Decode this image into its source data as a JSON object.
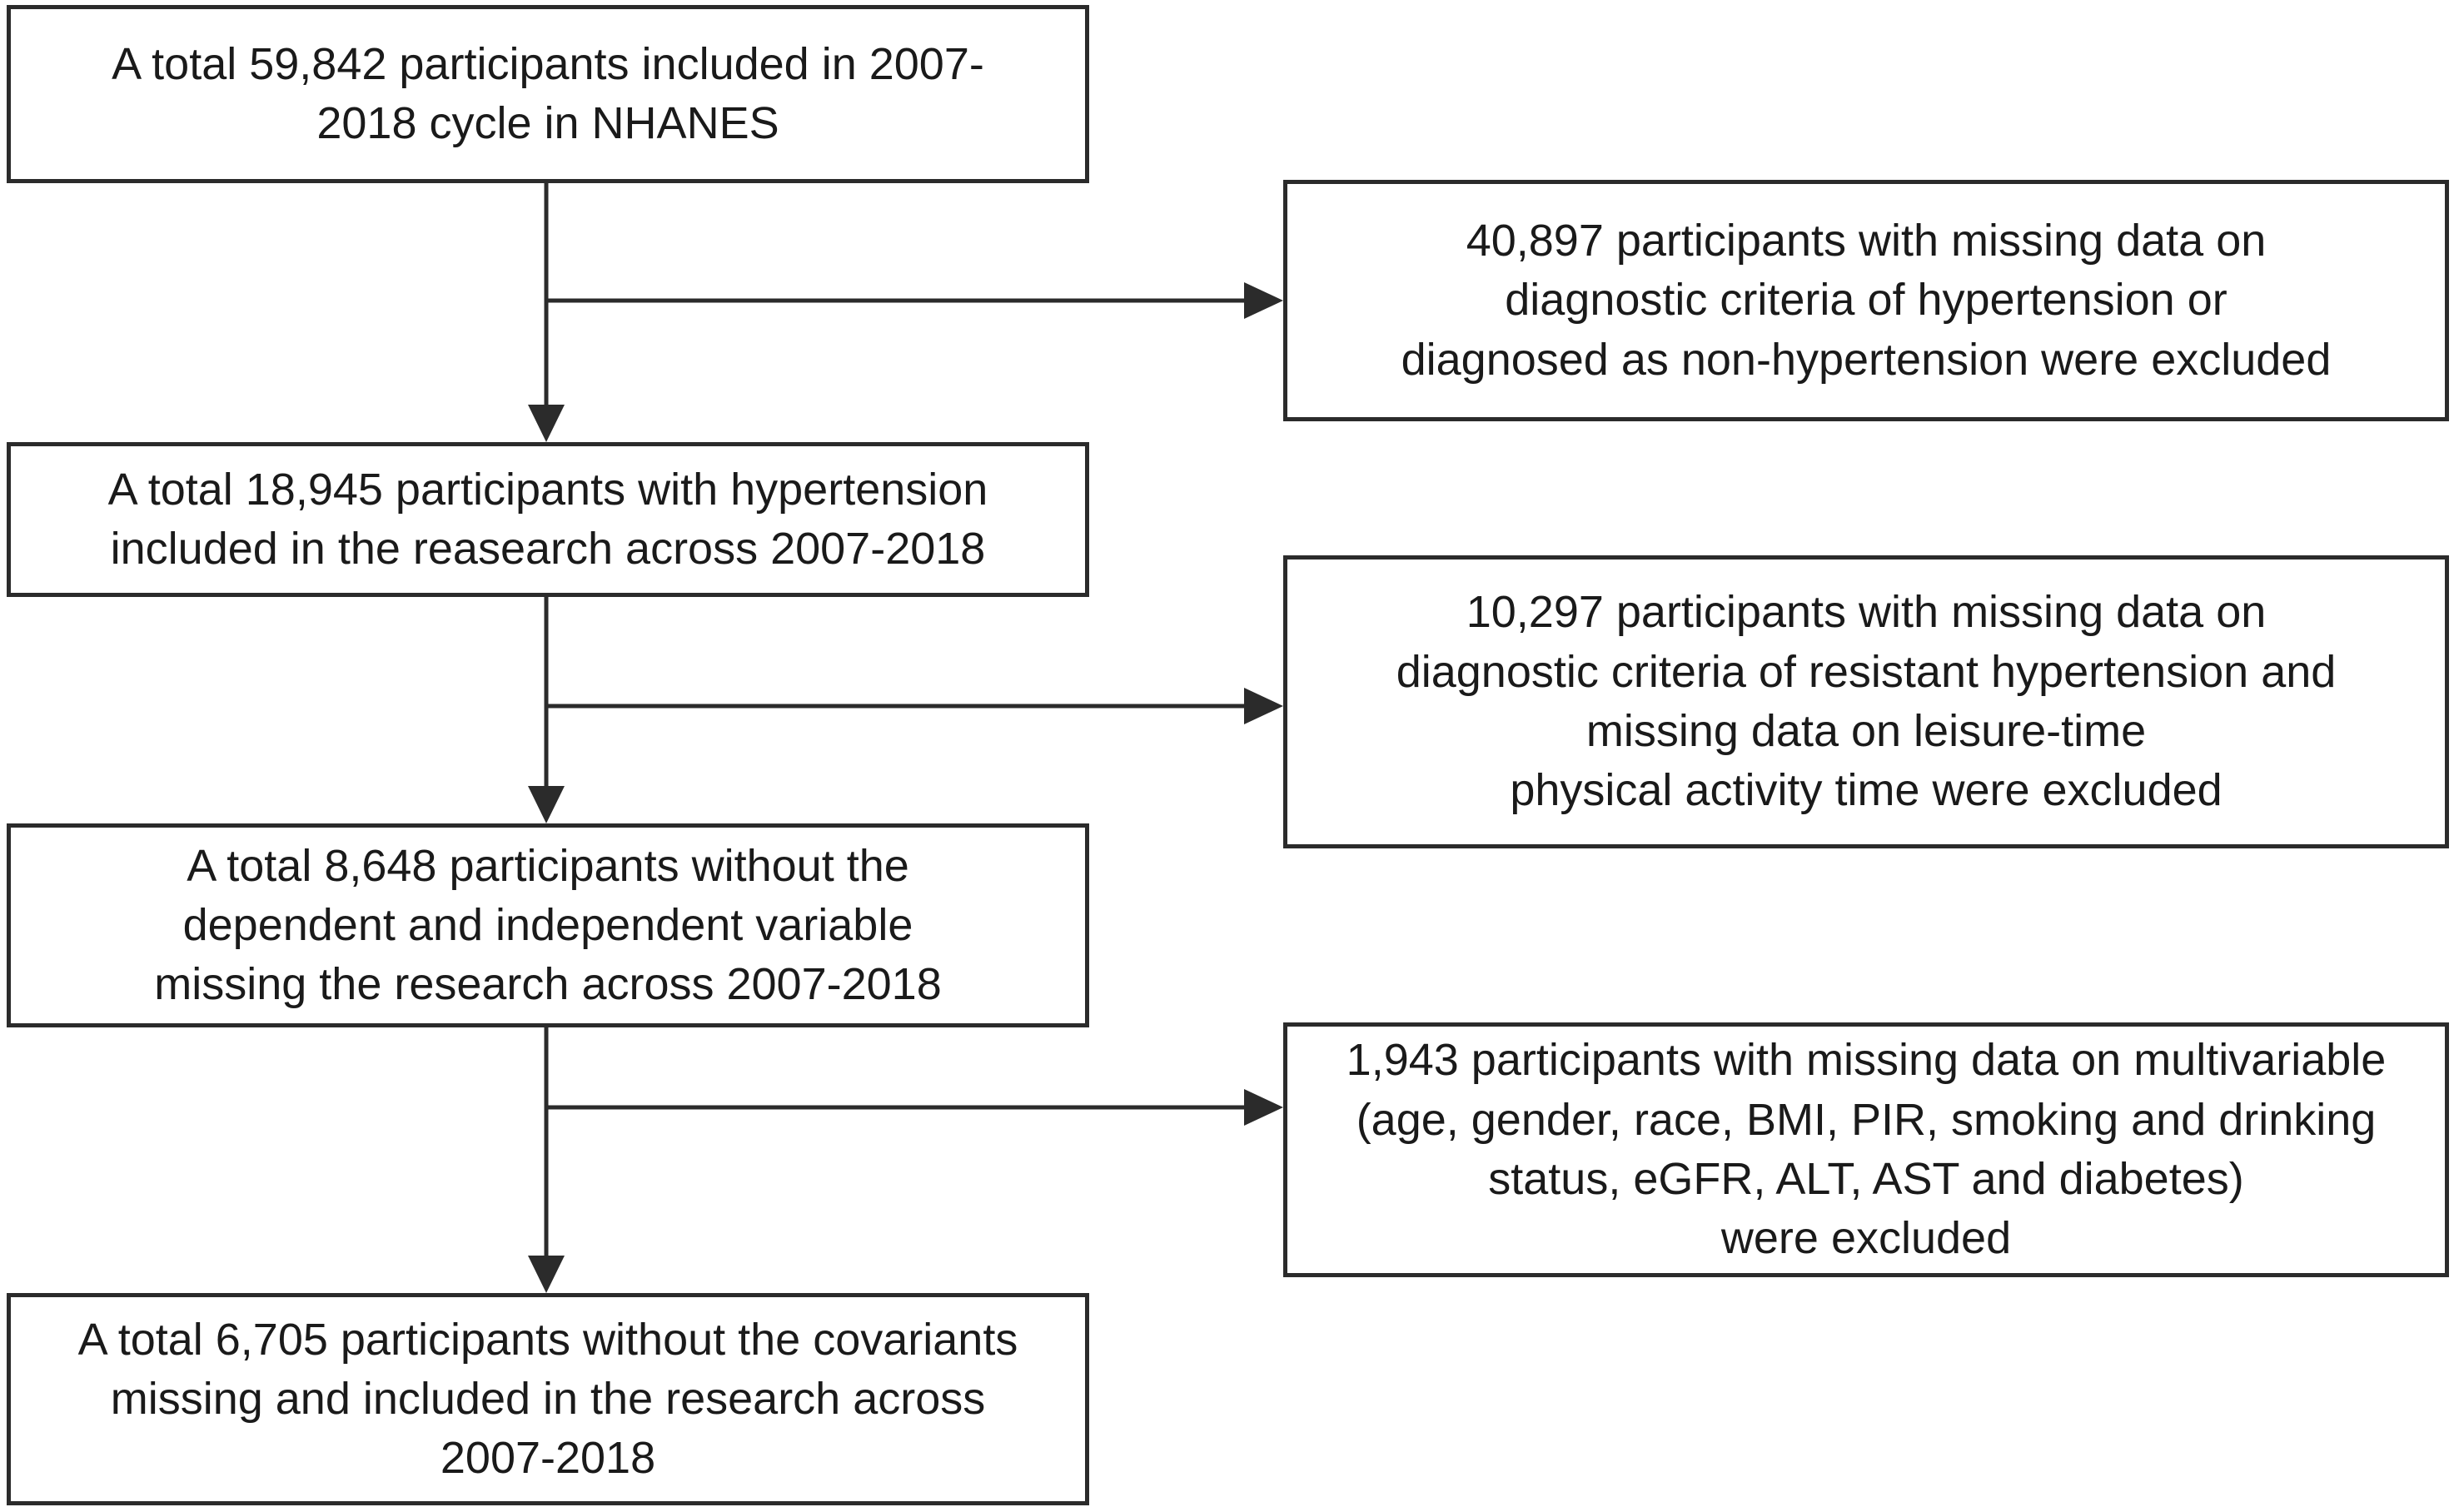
{
  "flowchart": {
    "boxes": {
      "start": {
        "lines": [
          "A total 59,842 participants included in 2007-",
          "2018 cycle in NHANES"
        ]
      },
      "exclusion_1": {
        "lines": [
          "40,897 participants with missing data on",
          "diagnostic criteria of hypertension or",
          "diagnosed as non-hypertension were excluded"
        ]
      },
      "hypertension": {
        "lines": [
          "A total 18,945 participants with hypertension",
          "included in the reasearch across 2007-2018"
        ]
      },
      "exclusion_2": {
        "lines": [
          "10,297 participants with missing data on",
          "diagnostic criteria of resistant hypertension and",
          "missing data on leisure-time",
          "physical activity time were excluded"
        ]
      },
      "dependent": {
        "lines": [
          "A total 8,648 participants without the",
          "dependent and independent variable",
          "missing the research across 2007-2018"
        ]
      },
      "exclusion_3": {
        "lines": [
          "1,943 participants with missing data on multivariable",
          "(age, gender, race, BMI, PIR, smoking and drinking",
          "status, eGFR, ALT, AST and diabetes)",
          "were excluded"
        ]
      },
      "final": {
        "lines": [
          "A total 6,705 participants without the covariants",
          "missing and included in the research across",
          "2007-2018"
        ]
      }
    }
  }
}
